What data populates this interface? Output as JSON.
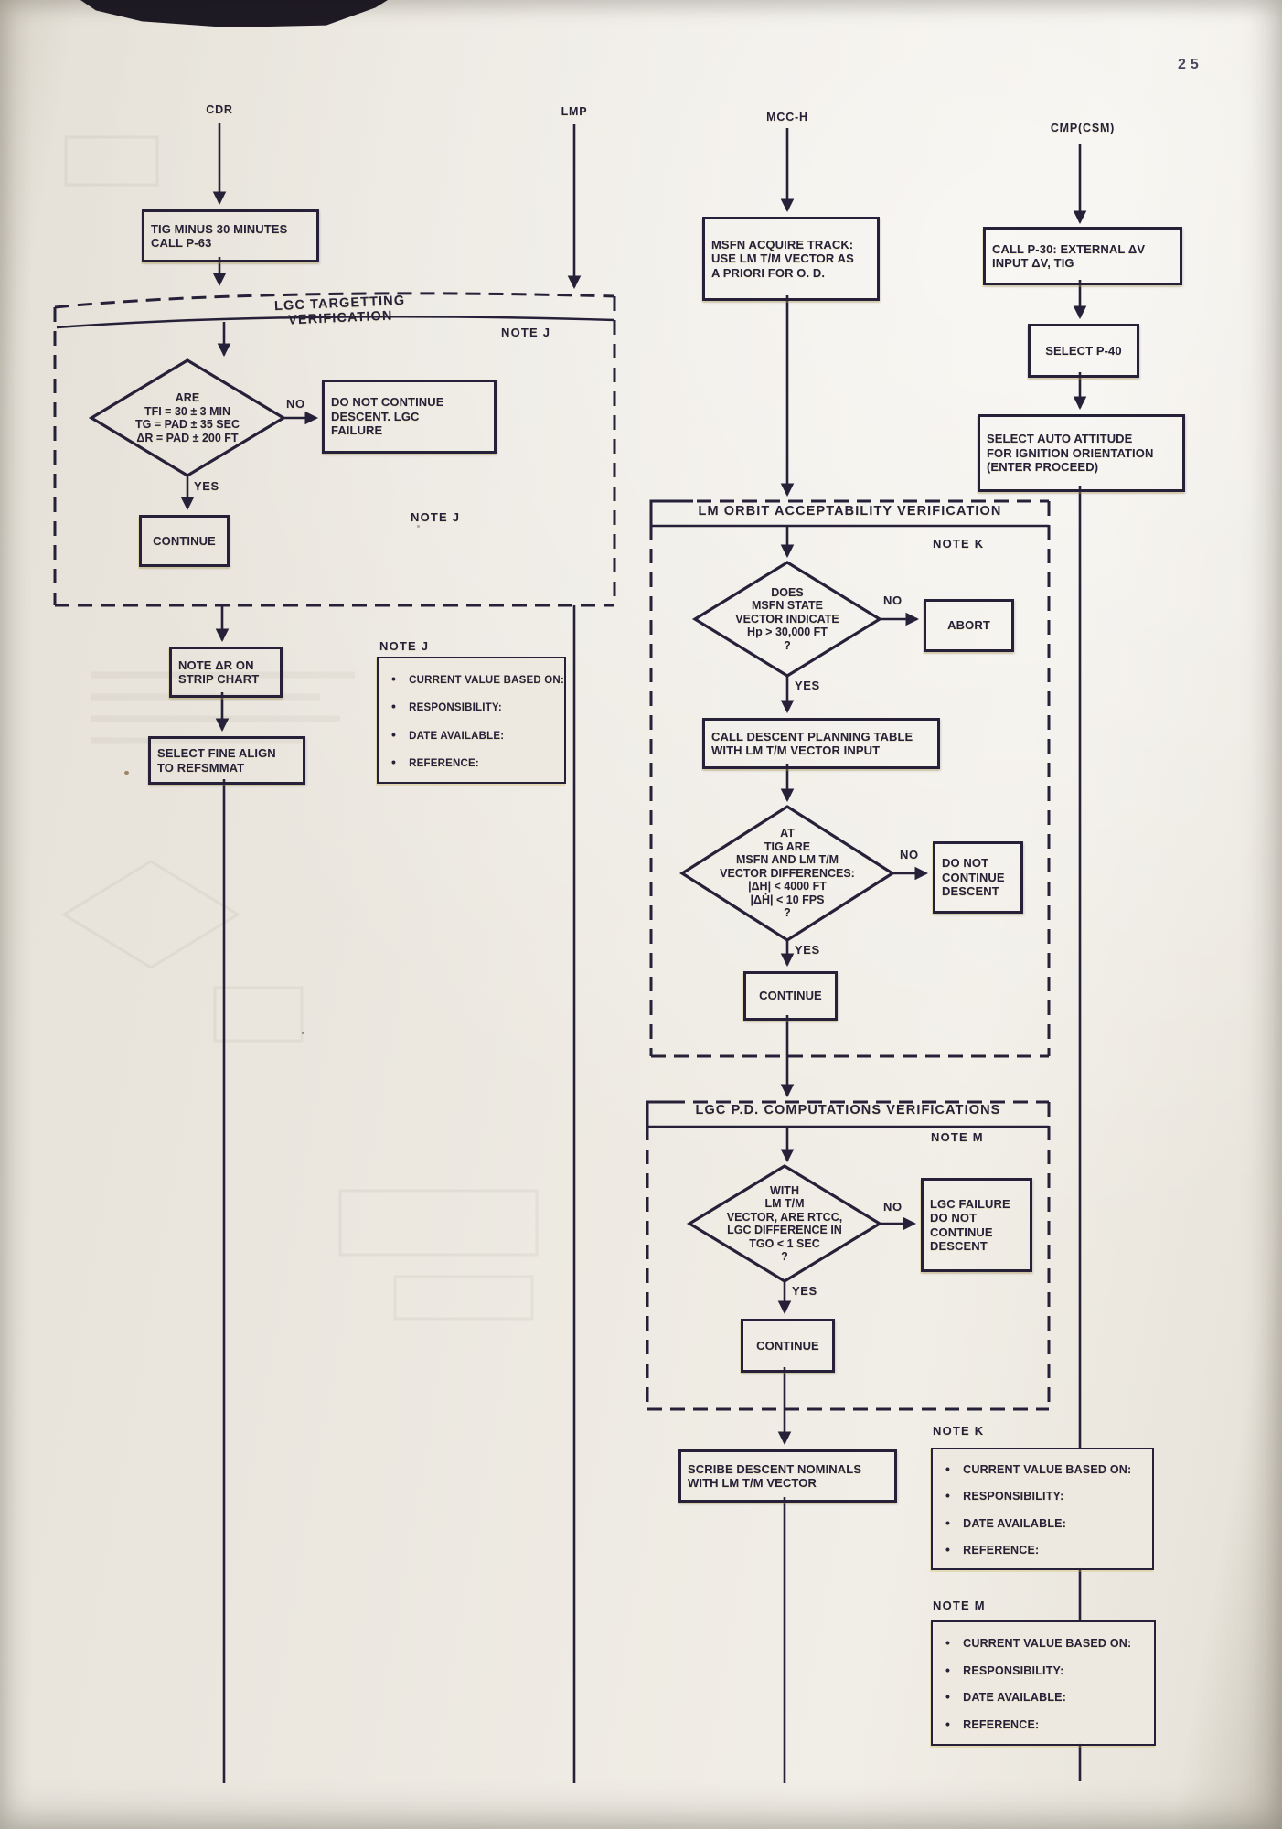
{
  "page": {
    "number": "25"
  },
  "lanes": {
    "cdr": "CDR",
    "lmp": "LMP",
    "mcc": "MCC-H",
    "cmp": "CMP(CSM)"
  },
  "sections": {
    "targetting": "LGC TARGETTING VERIFICATION",
    "orbit": "LM ORBIT ACCEPTABILITY VERIFICATION",
    "computations": "LGC P.D. COMPUTATIONS VERIFICATIONS"
  },
  "note_refs": {
    "j": "NOTE J",
    "k": "NOTE K",
    "m": "NOTE M"
  },
  "nodes": {
    "tig": "TIG MINUS 30 MINUTES\nCALL P-63",
    "msfn": "MSFN ACQUIRE TRACK:\nUSE LM T/M VECTOR AS\nA PRIORI FOR O. D.",
    "p30": "CALL P-30:  EXTERNAL ΔV\nINPUT ΔV, TIG",
    "p40": "SELECT P-40",
    "auto_attitude": "SELECT AUTO ATTITUDE\nFOR IGNITION ORIENTATION\n(ENTER PROCEED)",
    "tfi_diamond": "ARE\nTFI = 30 ± 3 MIN\nTG = PAD ± 35 SEC\nΔR = PAD ± 200 FT",
    "no_continue_1": "DO NOT CONTINUE\nDESCENT.  LGC\nFAILURE",
    "continue_1": "CONTINUE",
    "note_dr": "NOTE ΔR ON\nSTRIP CHART",
    "fine_align": "SELECT FINE ALIGN\nTO REFSMMAT",
    "hp_diamond": "DOES\nMSFN STATE\nVECTOR INDICATE\nHp > 30,000 FT\n?",
    "abort": "ABORT",
    "descent_table": "CALL DESCENT PLANNING TABLE\nWITH LM T/M VECTOR INPUT",
    "diff_diamond": "AT\nTIG ARE\nMSFN AND LM T/M\nVECTOR DIFFERENCES:\n|ΔH| < 4000 FT\n|ΔḢ| < 10 FPS\n?",
    "no_continue_2": "DO NOT\nCONTINUE\nDESCENT",
    "continue_2": "CONTINUE",
    "tgo_diamond": "WITH\nLM T/M\nVECTOR, ARE RTCC,\nLGC DIFFERENCE IN\nTGO < 1 SEC\n?",
    "lgc_failure": "LGC FAILURE\nDO NOT\nCONTINUE\nDESCENT",
    "continue_3": "CONTINUE",
    "scribe": "SCRIBE DESCENT NOMINALS\nWITH LM T/M VECTOR"
  },
  "edge_labels": {
    "yes": "YES",
    "no": "NO"
  },
  "notes": {
    "j": {
      "label": "NOTE J",
      "items": [
        "CURRENT VALUE BASED ON:",
        "RESPONSIBILITY:",
        "DATE AVAILABLE:",
        "REFERENCE:"
      ]
    },
    "k": {
      "label": "NOTE K",
      "items": [
        "CURRENT VALUE BASED ON:",
        "RESPONSIBILITY:",
        "DATE AVAILABLE:",
        "REFERENCE:"
      ]
    },
    "m": {
      "label": "NOTE M",
      "items": [
        "CURRENT VALUE BASED ON:",
        "RESPONSIBILITY:",
        "DATE AVAILABLE:",
        "REFERENCE:"
      ]
    }
  },
  "colors": {
    "ink": "#262138",
    "paper": "#ebe7df"
  }
}
